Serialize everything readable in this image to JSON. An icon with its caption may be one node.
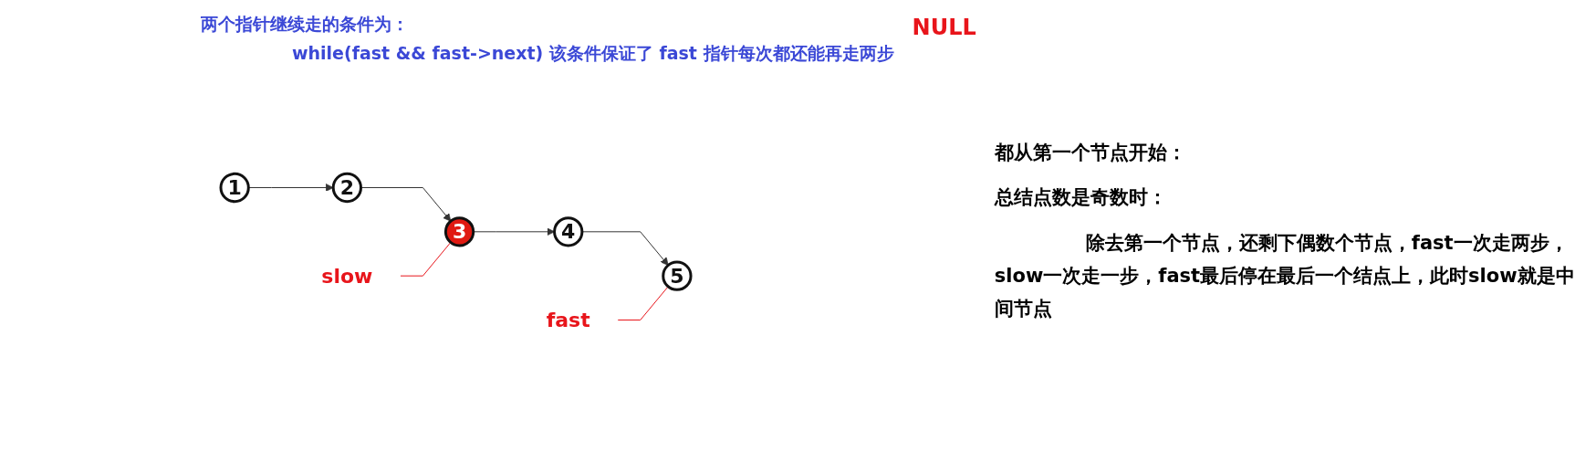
{
  "diagram": {
    "nodes": [
      {
        "text": [
          "slow"
        ]
      },
      {
        "text": [
          "1"
        ]
      },
      {
        "text": [
          "2"
        ]
      },
      {
        "text": [
          "3"
        ]
      },
      {
        "text": [
          "4"
        ]
      },
      {
        "text": [
          "5"
        ]
      },
      {
        "text": [
          "fast"
        ]
      }
    ],
    "edges": [
      {
        "from": 1,
        "to": 2,
        "arrow": "to"
      },
      {
        "from": 2,
        "to": 3,
        "arrow": "to"
      },
      {
        "from": 3,
        "to": 4,
        "arrow": "to"
      },
      {
        "from": 4,
        "to": 5,
        "arrow": "to"
      },
      {
        "from": 0,
        "to": 3,
        "arrow": "none",
        "color": "#e8151b"
      },
      {
        "from": 6,
        "to": 5,
        "arrow": "none",
        "color": "#e8151b"
      }
    ],
    "labels": [
      "两个指针继续走的条件为：",
      "while(fast && fast->next)  该条件保证了 fast 指针每次都还能再走两步",
      "NULL",
      "都从第一个节点开始：",
      "总结点数是奇数时：",
      "除去第一个节点，还剩下偶数个节点，fast一次走两步，slow一次走一步，fast最后停在最后一个结点上，此时slow就是中间节点"
    ]
  }
}
